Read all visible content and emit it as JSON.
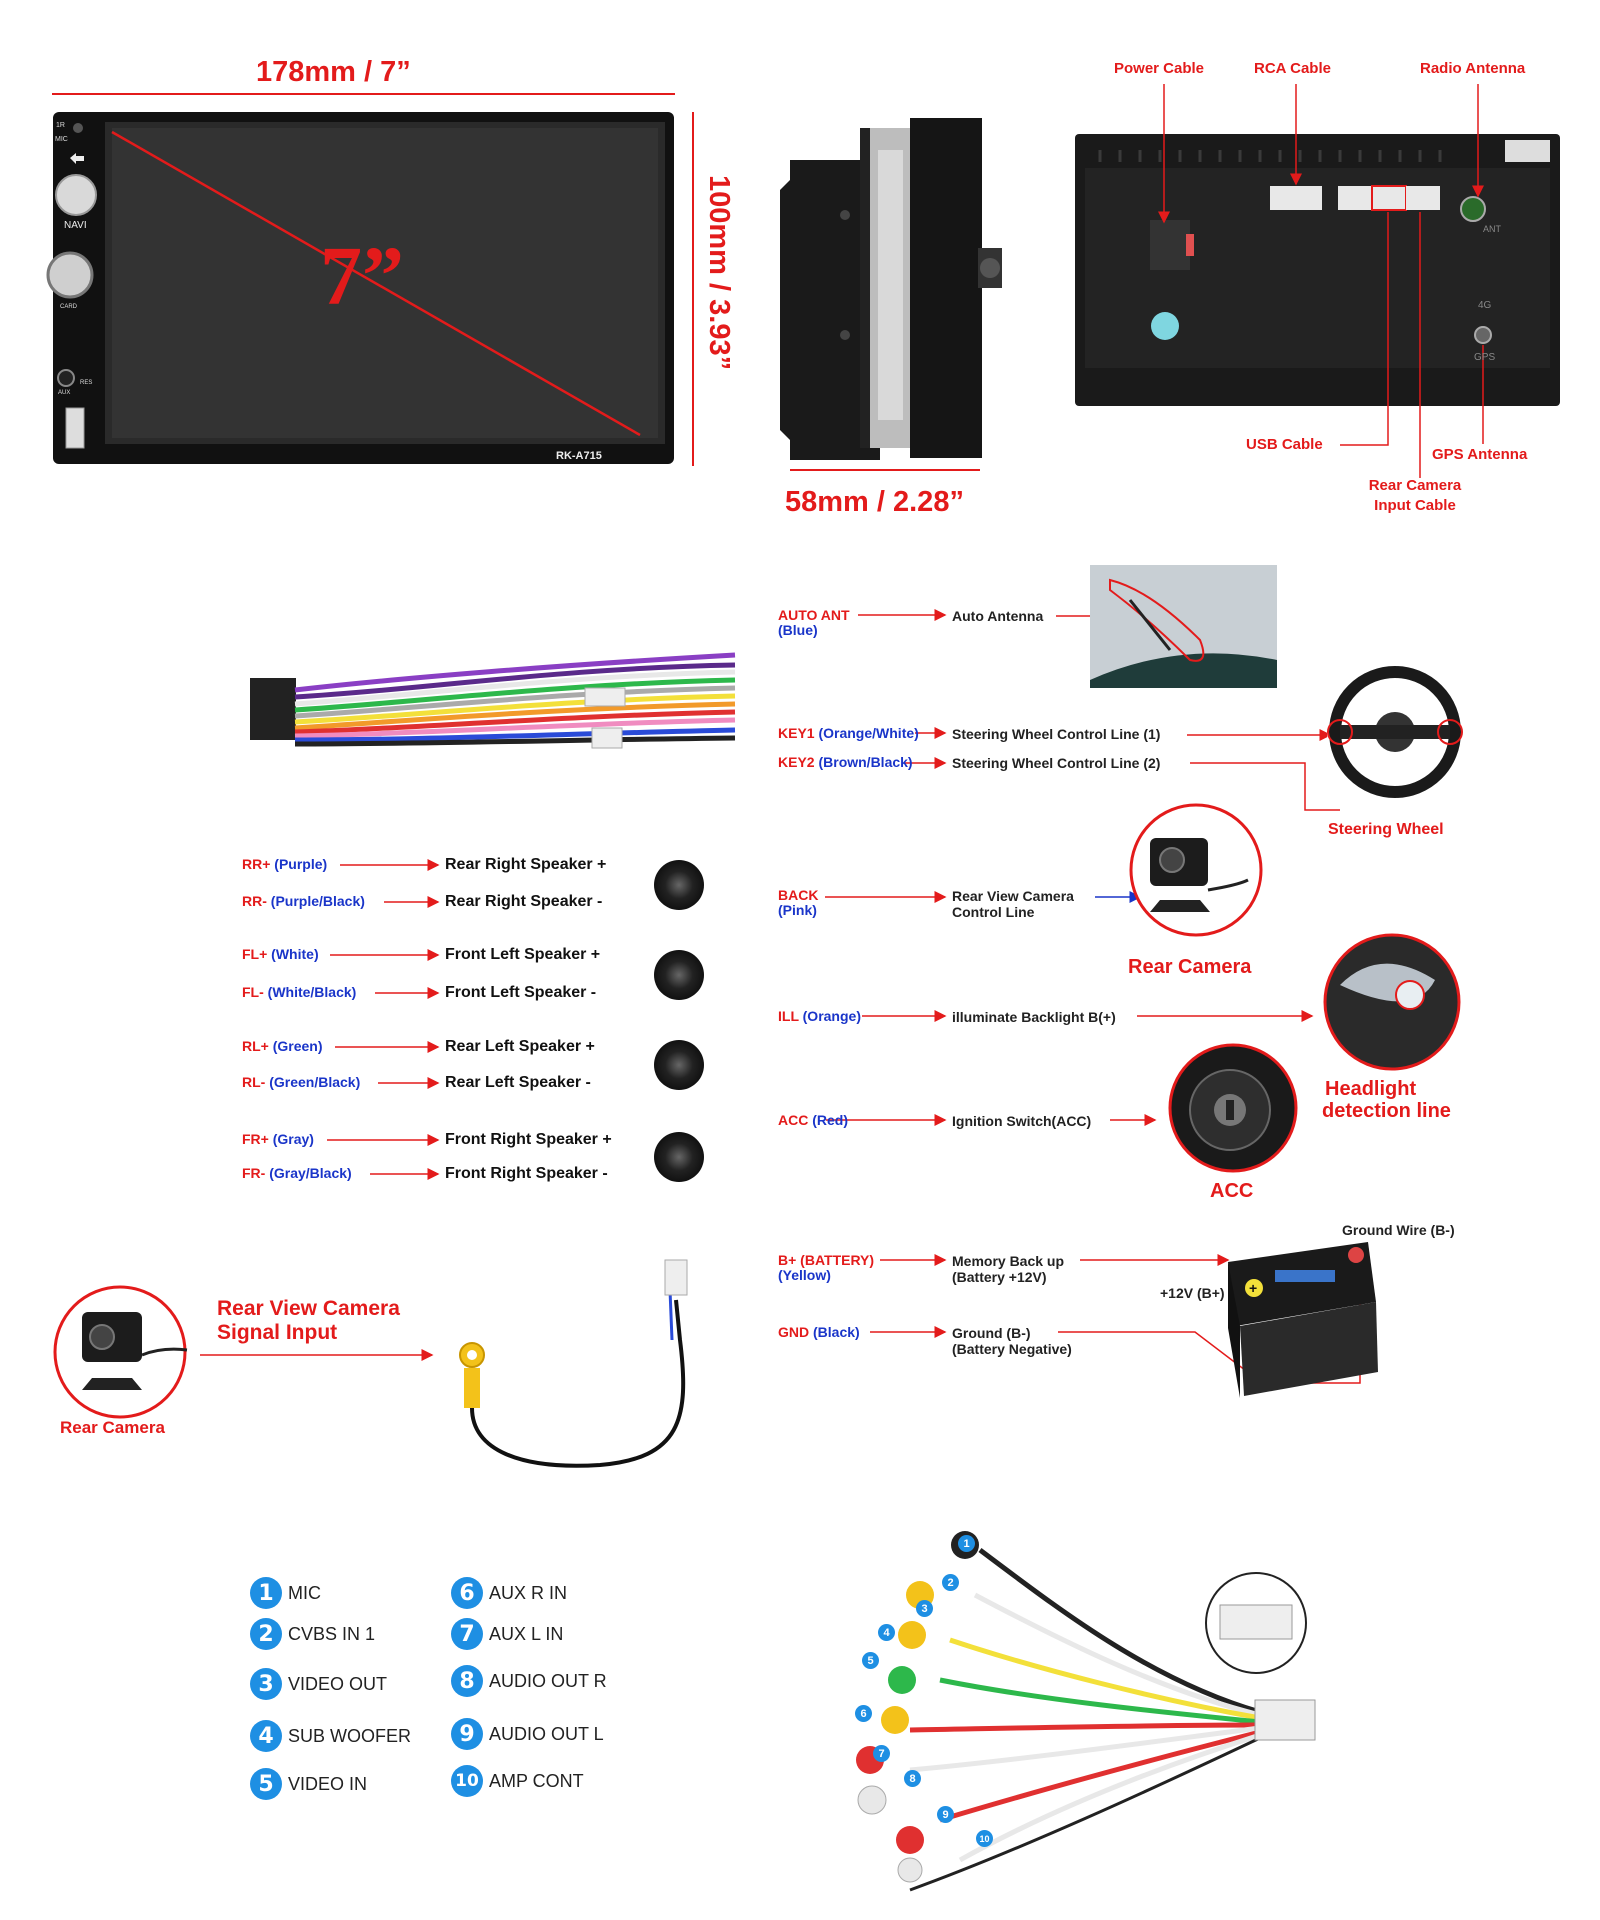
{
  "dimensions": {
    "width": "178mm / 7”",
    "height": "100mm / 3.93”",
    "depth": "58mm / 2.28”",
    "screen_size": "7”"
  },
  "front_panel": {
    "model": "RK-A715",
    "navi_label": "NAVI",
    "mic_label": "MIC",
    "aux_label": "AUX",
    "res_label": "RES",
    "card_label": "CARD",
    "ir_label": "1R"
  },
  "back_panel": {
    "power_cable": "Power Cable",
    "rca_cable": "RCA Cable",
    "radio_antenna": "Radio Antenna",
    "usb_cable": "USB Cable",
    "gps_antenna": "GPS Antenna",
    "rear_camera_input": "Rear Camera Input Cable",
    "ant_label": "ANT",
    "fourg_label": "4G",
    "gps_label": "GPS"
  },
  "speakers": [
    {
      "code": "RR+",
      "color": "(Purple)",
      "dest": "Rear Right Speaker +"
    },
    {
      "code": "RR-",
      "color": "(Purple/Black)",
      "dest": "Rear Right Speaker -"
    },
    {
      "code": "FL+",
      "color": "(White)",
      "dest": "Front Left Speaker +"
    },
    {
      "code": "FL-",
      "color": "(White/Black)",
      "dest": "Front Left Speaker -"
    },
    {
      "code": "RL+",
      "color": "(Green)",
      "dest": "Rear Left Speaker +"
    },
    {
      "code": "RL-",
      "color": "(Green/Black)",
      "dest": "Rear Left Speaker -"
    },
    {
      "code": "FR+",
      "color": "(Gray)",
      "dest": "Front Right Speaker +"
    },
    {
      "code": "FR-",
      "color": "(Gray/Black)",
      "dest": "Front Right Speaker -"
    }
  ],
  "right_wires": {
    "auto_ant": {
      "code": "AUTO ANT",
      "color": "(Blue)",
      "dest": "Auto Antenna"
    },
    "key1": {
      "code": "KEY1",
      "color": "(Orange/White)",
      "dest": "Steering Wheel Control Line (1)"
    },
    "key2": {
      "code": "KEY2",
      "color": "(Brown/Black)",
      "dest": "Steering Wheel Control Line (2)"
    },
    "steering_wheel": "Steering Wheel",
    "back": {
      "code": "BACK",
      "color": "(Pink)",
      "dest1": "Rear View Camera",
      "dest2": "Control Line"
    },
    "rear_camera": "Rear Camera",
    "ill": {
      "code": "ILL",
      "color": "(Orange)",
      "dest": "illuminate Backlight B(+)"
    },
    "headlight1": "Headlight",
    "headlight2": "detection line",
    "acc": {
      "code": "ACC",
      "color": "(Red)",
      "dest": "Ignition Switch(ACC)"
    },
    "acc_label": "ACC",
    "bplus": {
      "code": "B+ (BATTERY)",
      "color": "(Yellow)",
      "dest1": "Memory Back up",
      "dest2": "(Battery +12V)"
    },
    "gnd": {
      "code": "GND",
      "color": "(Black)",
      "dest1": "Ground (B-)",
      "dest2": "(Battery Negative)"
    },
    "ground_wire": "Ground Wire (B-)",
    "plus12": "+12V  (B+)"
  },
  "camera_signal": {
    "title1": "Rear View Camera",
    "title2": "Signal Input",
    "rear_camera": "Rear Camera"
  },
  "rca_legend": [
    {
      "n": "1",
      "label": "MIC"
    },
    {
      "n": "2",
      "label": "CVBS IN 1"
    },
    {
      "n": "3",
      "label": "VIDEO OUT"
    },
    {
      "n": "4",
      "label": "SUB WOOFER"
    },
    {
      "n": "5",
      "label": "VIDEO IN"
    },
    {
      "n": "6",
      "label": "AUX R IN"
    },
    {
      "n": "7",
      "label": "AUX L IN"
    },
    {
      "n": "8",
      "label": "AUDIO OUT R"
    },
    {
      "n": "9",
      "label": "AUDIO OUT L"
    },
    {
      "n": "10",
      "label": "AMP CONT"
    }
  ],
  "colors": {
    "accent_red": "#e31b1b",
    "label_blue": "#1a35c9",
    "badge_blue": "#1e8fe3"
  }
}
